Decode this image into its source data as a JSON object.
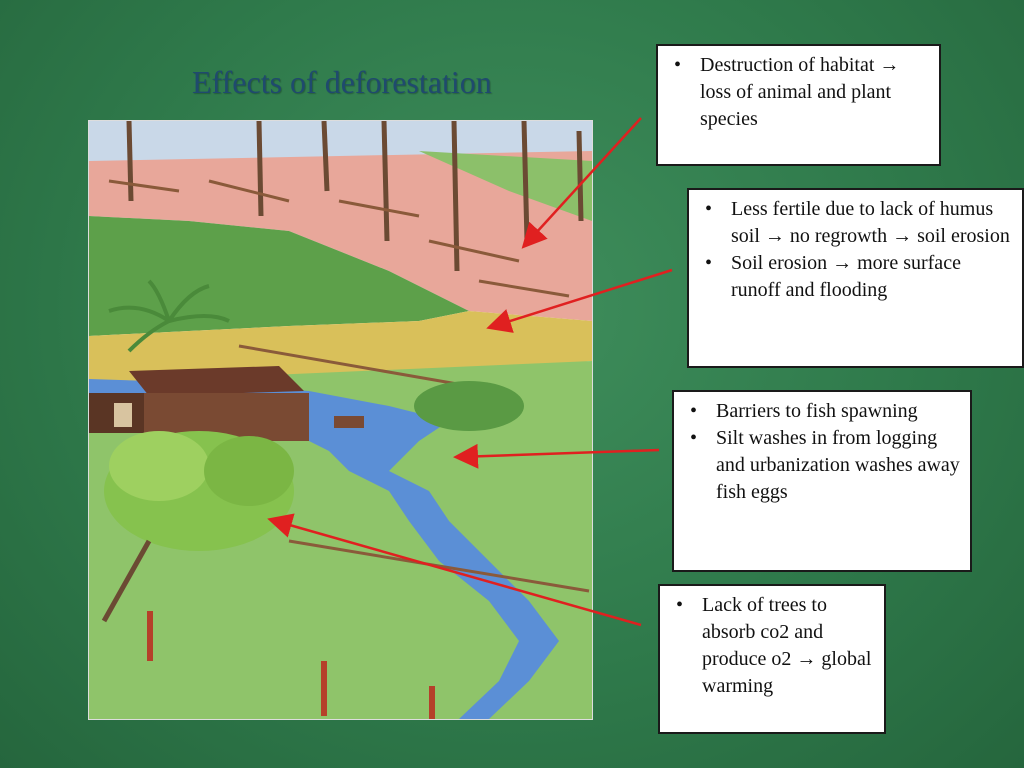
{
  "slide": {
    "title": "Effects of deforestation",
    "background_color": "#2f7a4b",
    "title_color": "#1f4a6e",
    "arrow_color": "#e02020"
  },
  "illustration": {
    "subject": "hand-drawn deforested landscape with logged hillside, cabin and river"
  },
  "callouts": [
    {
      "items": [
        "Destruction of habitat → loss of animal and plant species"
      ]
    },
    {
      "items": [
        "Less fertile due to lack of humus soil → no regrowth → soil erosion",
        "Soil erosion → more surface runoff and flooding"
      ]
    },
    {
      "items": [
        "Barriers to fish spawning",
        "Silt washes in from logging and urbanization washes away fish eggs"
      ]
    },
    {
      "items": [
        "Lack of trees to absorb co2 and produce o2 → global warming"
      ]
    }
  ]
}
